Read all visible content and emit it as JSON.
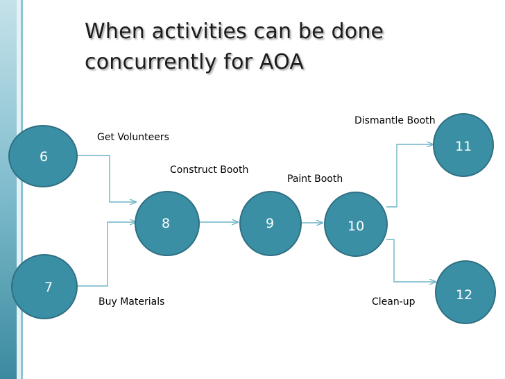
{
  "title": {
    "line1": "When activities can be done",
    "line2": "concurrently for AOA"
  },
  "nodes": {
    "n6": "6",
    "n7": "7",
    "n8": "8",
    "n9": "9",
    "n10": "10",
    "n11": "11",
    "n12": "12"
  },
  "activities": {
    "get_volunteers": "Get Volunteers",
    "buy_materials": "Buy Materials",
    "construct_booth": "Construct Booth",
    "paint_booth": "Paint Booth",
    "dismantle_booth": "Dismantle Booth",
    "clean_up": "Clean-up"
  },
  "colors": {
    "node_fill": "#3a8fa5",
    "node_border": "#2f6f82",
    "arrow": "#6fb3c8",
    "left_bar_dark": "#2a6e80",
    "left_bar_light": "#c8e3ea"
  }
}
